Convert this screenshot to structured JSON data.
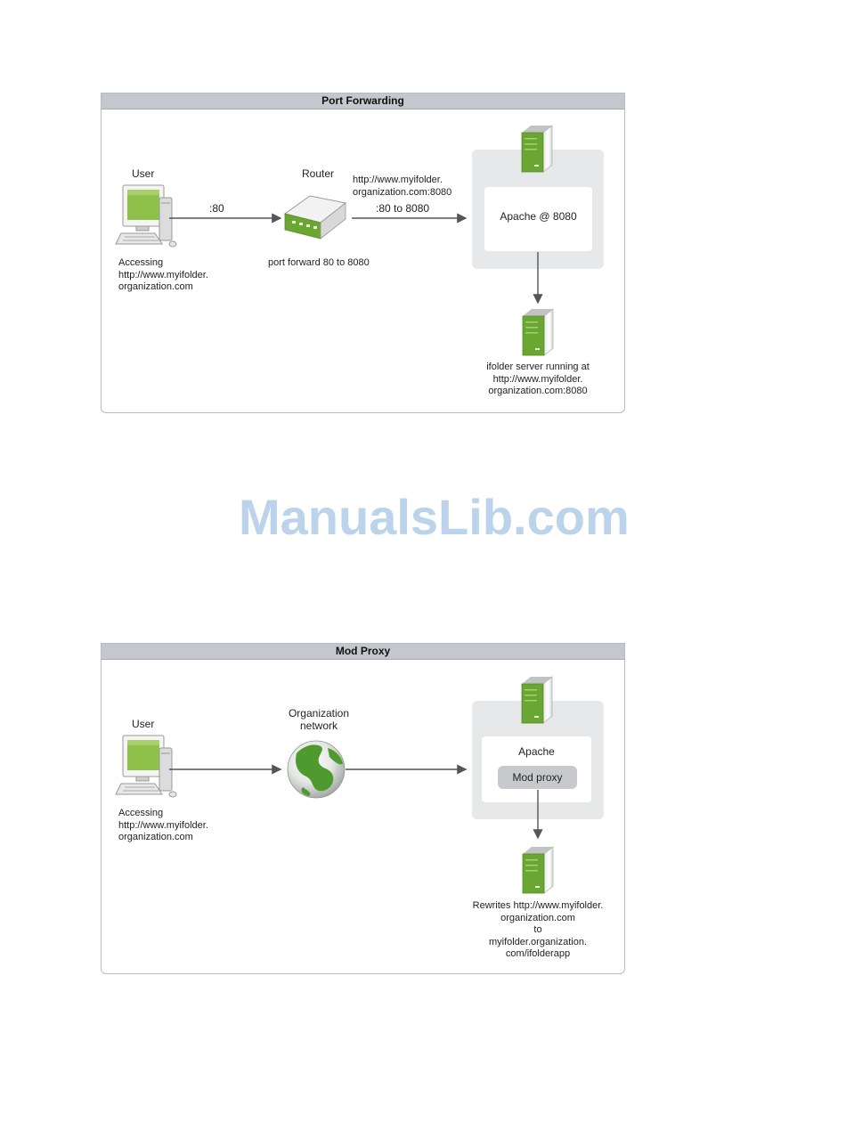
{
  "port_forwarding": {
    "title": "Port Forwarding",
    "user_label": "User",
    "user_caption": [
      "Accessing",
      "http://www.myifolder.",
      "organization.com"
    ],
    "arrow1_label": ":80",
    "router_label": "Router",
    "router_caption": "port forward 80 to 8080",
    "url_label": [
      "http://www.myifolder.",
      "organization.com:8080"
    ],
    "arrow2_label": ":80 to 8080",
    "apache_label": "Apache @ 8080",
    "server_caption": [
      "ifolder server running at",
      "http://www.myifolder.",
      "organization.com:8080"
    ]
  },
  "mod_proxy": {
    "title": "Mod Proxy",
    "user_label": "User",
    "user_caption": [
      "Accessing",
      "http://www.myifolder.",
      "organization.com"
    ],
    "network_label": [
      "Organization",
      "network"
    ],
    "apache_label": "Apache",
    "mod_proxy_label": "Mod proxy",
    "server_caption": [
      "Rewrites http://www.myifolder.",
      "organization.com",
      "to",
      "myifolder.organization.",
      "com/ifolderapp"
    ]
  },
  "watermark": "ManualsLib.com",
  "colors": {
    "server_green": "#6aa632",
    "header_gray": "#c4c8ce",
    "box_gray": "#e7e8ea"
  }
}
